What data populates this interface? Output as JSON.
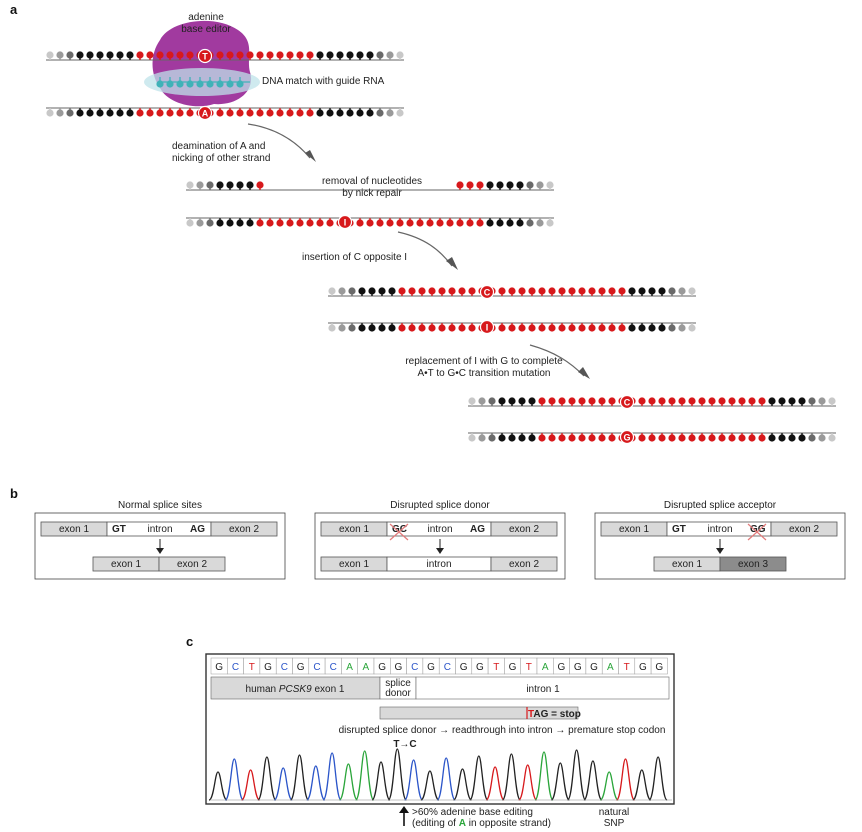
{
  "panel_a": {
    "letter": "a",
    "editor_label": [
      "adenine",
      "base editor"
    ],
    "guide_label": "DNA match with guide RNA",
    "editor_base": "T",
    "target_base": "A",
    "step1": [
      "deamination of A and",
      "nicking of other strand"
    ],
    "step2": [
      "removal of nucleotides",
      "by nick repair"
    ],
    "inosine": "I",
    "step3": "insertion of C opposite I",
    "inserted_base": "C",
    "step4": [
      "replacement of I with G to complete",
      "A•T to G•C transition mutation"
    ],
    "final_top": "C",
    "final_bottom": "G",
    "colors": {
      "red": "#d7191c",
      "black": "#111111",
      "editor": "#9c2f9a",
      "guide": "#3fb2b8"
    }
  },
  "panel_b": {
    "letter": "b",
    "panels": [
      {
        "title": "Normal splice sites",
        "exon1": "exon 1",
        "donor": "GT",
        "intron": "intron",
        "acceptor": "AG",
        "exon2": "exon 2",
        "result": [
          "exon 1",
          "exon 2"
        ]
      },
      {
        "title": "Disrupted splice donor",
        "exon1": "exon 1",
        "donor": "GC",
        "intron": "intron",
        "acceptor": "AG",
        "exon2": "exon 2",
        "result": [
          "exon 1",
          "intron",
          "exon 2"
        ]
      },
      {
        "title": "Disrupted splice acceptor",
        "exon1": "exon 1",
        "donor": "GT",
        "intron": "intron",
        "acceptor": "GG",
        "exon2": "exon 2",
        "result": [
          "exon 1",
          "exon 3"
        ]
      }
    ]
  },
  "panel_c": {
    "letter": "c",
    "sequence": [
      "G",
      "C",
      "T",
      "G",
      "C",
      "G",
      "C",
      "C",
      "A",
      "A",
      "G",
      "G",
      "C",
      "G",
      "C",
      "G",
      "G",
      "T",
      "G",
      "T",
      "A",
      "G",
      "G",
      "G",
      "A",
      "T",
      "G",
      "G"
    ],
    "base_colors": {
      "A": "#2aa53a",
      "C": "#2b55c9",
      "G": "#222222",
      "T": "#d7191c"
    },
    "region_exon": "human",
    "region_exon_gene": "PCSK9",
    "region_exon_suffix": "exon 1",
    "region_splice": [
      "splice",
      "donor"
    ],
    "region_intron": "intron 1",
    "stop_t": "T",
    "stop_text": "AG = stop",
    "caption": "disrupted splice donor → readthrough into intron → premature stop codon",
    "edit_label": "T→C",
    "editing_note": ">60% adenine base editing",
    "editing_note2_a": "(editing of ",
    "editing_note2_b": "A",
    "editing_note2_c": " in opposite strand)",
    "snp_label": [
      "natural",
      "SNP"
    ]
  }
}
